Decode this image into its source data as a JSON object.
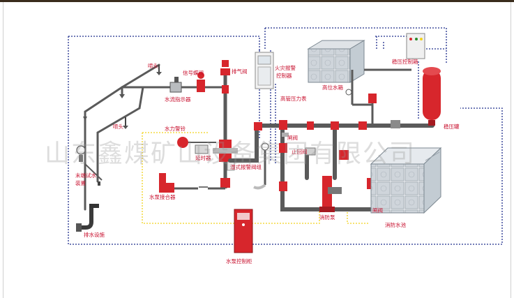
{
  "labels": {
    "sprinkler_head_top": "喷头",
    "sprinkler_head_bottom": "喷头",
    "signal_butterfly_valve": "信号蝶阀",
    "water_flow_indicator": "水流指示器",
    "exhaust_valve": "排气阀",
    "fire_alarm_control_box_line1": "火灾报警",
    "fire_alarm_control_box_line2": "控制器",
    "high_tank_pressure_switch": "高管压力表",
    "elevated_water_tank": "高位水箱",
    "pressure_control_box": "稳压控制箱",
    "pressure_tank": "稳压罐",
    "hydraulic_alarm_bell": "水力警铃",
    "delay_device": "延时器",
    "wet_alarm_valve_set": "湿式报警阀组",
    "check_valve": "止回阀",
    "gate_valve": "闸阀",
    "end_test_device_line1": "末端试水",
    "end_test_device_line2": "装置",
    "pump_adapter": "水泵接合器",
    "fire_pump": "消防泵",
    "valve": "闸阀",
    "fire_water_pool": "消防水池",
    "drain_facility": "排水设施",
    "pump_control_cabinet": "水泵控制柜"
  },
  "watermark": "山东鑫煤矿山设备集团有限公司",
  "colors": {
    "pipe": "#4a4a4a",
    "fitting_red": "#d7262c",
    "label_red": "#c8102e",
    "signal_line_blue": "#1e2d8c",
    "signal_line_yellow": "#f2d21c",
    "tank_steel": "#d9dde2"
  }
}
